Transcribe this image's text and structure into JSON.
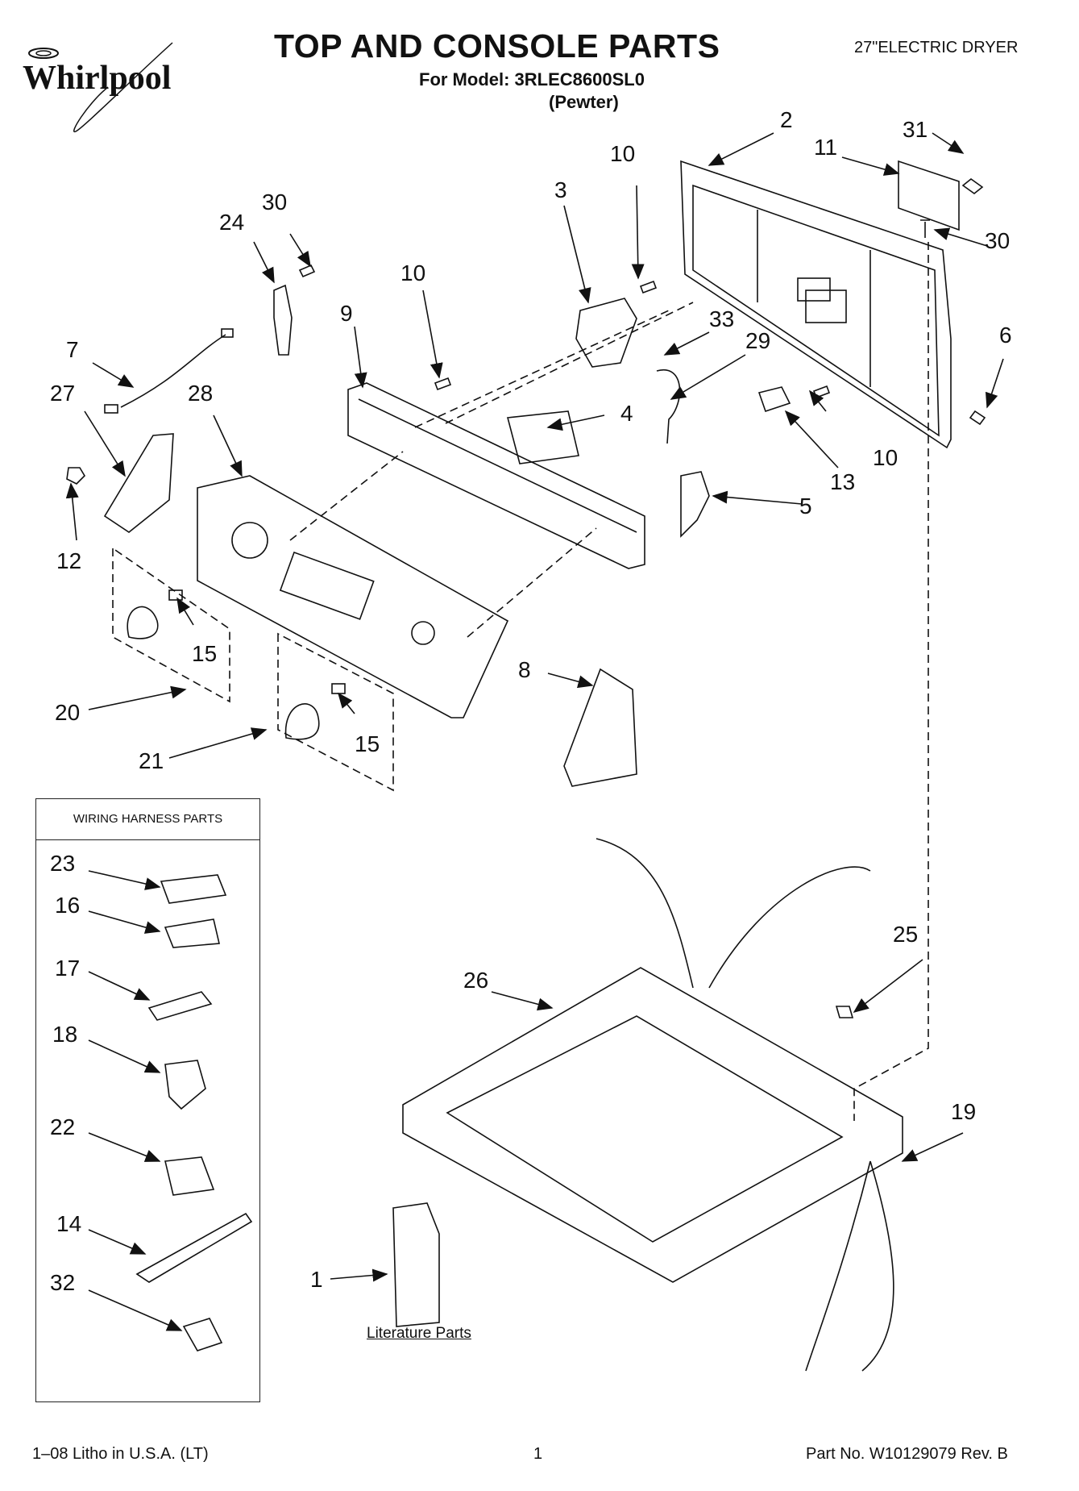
{
  "brand": "Whirlpool",
  "header": {
    "title": "TOP AND CONSOLE PARTS",
    "model": "For Model: 3RLEC8600SL0",
    "color": "(Pewter)",
    "product": "27\"ELECTRIC DRYER"
  },
  "callouts": [
    "1",
    "2",
    "3",
    "4",
    "5",
    "6",
    "7",
    "8",
    "9",
    "10",
    "10",
    "10",
    "11",
    "12",
    "13",
    "14",
    "15",
    "15",
    "16",
    "17",
    "18",
    "19",
    "20",
    "21",
    "22",
    "23",
    "24",
    "25",
    "26",
    "27",
    "28",
    "29",
    "30",
    "30",
    "31",
    "32",
    "33"
  ],
  "wiring_harness": {
    "title": "WIRING HARNESS PARTS"
  },
  "literature": "Literature Parts",
  "footer": {
    "litho": "1–08 Litho in U.S.A. (LT)",
    "page": "1",
    "part_no": "Part No. W10129079 Rev. B"
  }
}
